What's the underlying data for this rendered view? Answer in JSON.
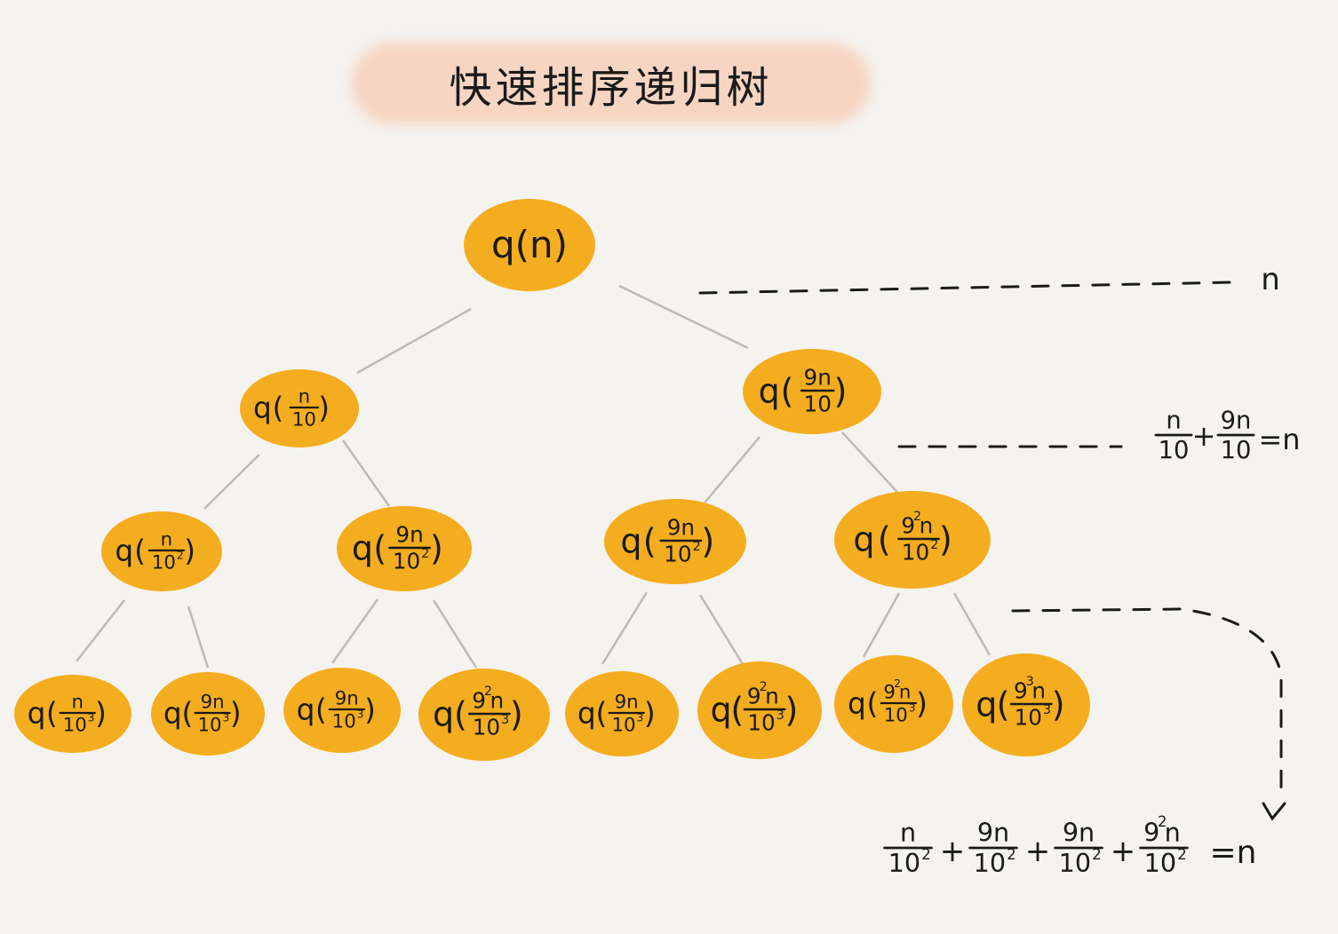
{
  "title": "快速排序递归树",
  "colors": {
    "node": "#f4ad1f",
    "title_highlight": "#f6d5c2",
    "edge": "#bdbab4",
    "ink": "#1a1a1a"
  },
  "nodes": [
    {
      "id": "root",
      "num": "n",
      "den": null,
      "exp_num": null,
      "exp_den": null
    },
    {
      "id": "L",
      "num": "n",
      "den": "10",
      "exp_num": null,
      "exp_den": null
    },
    {
      "id": "R",
      "num": "9n",
      "den": "10",
      "exp_num": null,
      "exp_den": null
    },
    {
      "id": "LL",
      "num": "n",
      "den": "10",
      "exp_num": null,
      "exp_den": "2"
    },
    {
      "id": "LR",
      "num": "9n",
      "den": "10",
      "exp_num": null,
      "exp_den": "2"
    },
    {
      "id": "RL",
      "num": "9n",
      "den": "10",
      "exp_num": null,
      "exp_den": "2"
    },
    {
      "id": "RR",
      "num": "9n",
      "den": "10",
      "exp_num": "2",
      "exp_den": "2"
    },
    {
      "id": "LLL",
      "num": "n",
      "den": "10",
      "exp_num": null,
      "exp_den": "3"
    },
    {
      "id": "LLR",
      "num": "9n",
      "den": "10",
      "exp_num": null,
      "exp_den": "3"
    },
    {
      "id": "LRL",
      "num": "9n",
      "den": "10",
      "exp_num": null,
      "exp_den": "3"
    },
    {
      "id": "LRR",
      "num": "9n",
      "den": "10",
      "exp_num": "2",
      "exp_den": "3"
    },
    {
      "id": "RLL",
      "num": "9n",
      "den": "10",
      "exp_num": null,
      "exp_den": "3"
    },
    {
      "id": "RLR",
      "num": "9n",
      "den": "10",
      "exp_num": "2",
      "exp_den": "3"
    },
    {
      "id": "RRL",
      "num": "9n",
      "den": "10",
      "exp_num": "2",
      "exp_den": "3"
    },
    {
      "id": "RRR",
      "num": "9n",
      "den": "10",
      "exp_num": "3",
      "exp_den": "3"
    }
  ],
  "edges": [
    [
      "root",
      "L"
    ],
    [
      "root",
      "R"
    ],
    [
      "L",
      "LL"
    ],
    [
      "L",
      "LR"
    ],
    [
      "R",
      "RL"
    ],
    [
      "R",
      "RR"
    ],
    [
      "LL",
      "LLL"
    ],
    [
      "LL",
      "LLR"
    ],
    [
      "LR",
      "LRL"
    ],
    [
      "LR",
      "LRR"
    ],
    [
      "RL",
      "RLL"
    ],
    [
      "RL",
      "RLR"
    ],
    [
      "RR",
      "RRL"
    ],
    [
      "RR",
      "RRR"
    ]
  ],
  "level_sums": [
    {
      "id": "level0",
      "terms": [],
      "result": "n"
    },
    {
      "id": "level1",
      "terms": [
        {
          "num": "n",
          "den": "10",
          "exp_num": null,
          "exp_den": null
        },
        {
          "num": "9n",
          "den": "10",
          "exp_num": null,
          "exp_den": null
        }
      ],
      "result": "=n"
    },
    {
      "id": "level2",
      "terms": [
        {
          "num": "n",
          "den": "10",
          "exp_num": null,
          "exp_den": "2"
        },
        {
          "num": "9n",
          "den": "10",
          "exp_num": null,
          "exp_den": "2"
        },
        {
          "num": "9n",
          "den": "10",
          "exp_num": null,
          "exp_den": "2"
        },
        {
          "num": "9n",
          "den": "10",
          "exp_num": "2",
          "exp_den": "2"
        }
      ],
      "result": "=n"
    }
  ],
  "func": "q",
  "plus": "+"
}
